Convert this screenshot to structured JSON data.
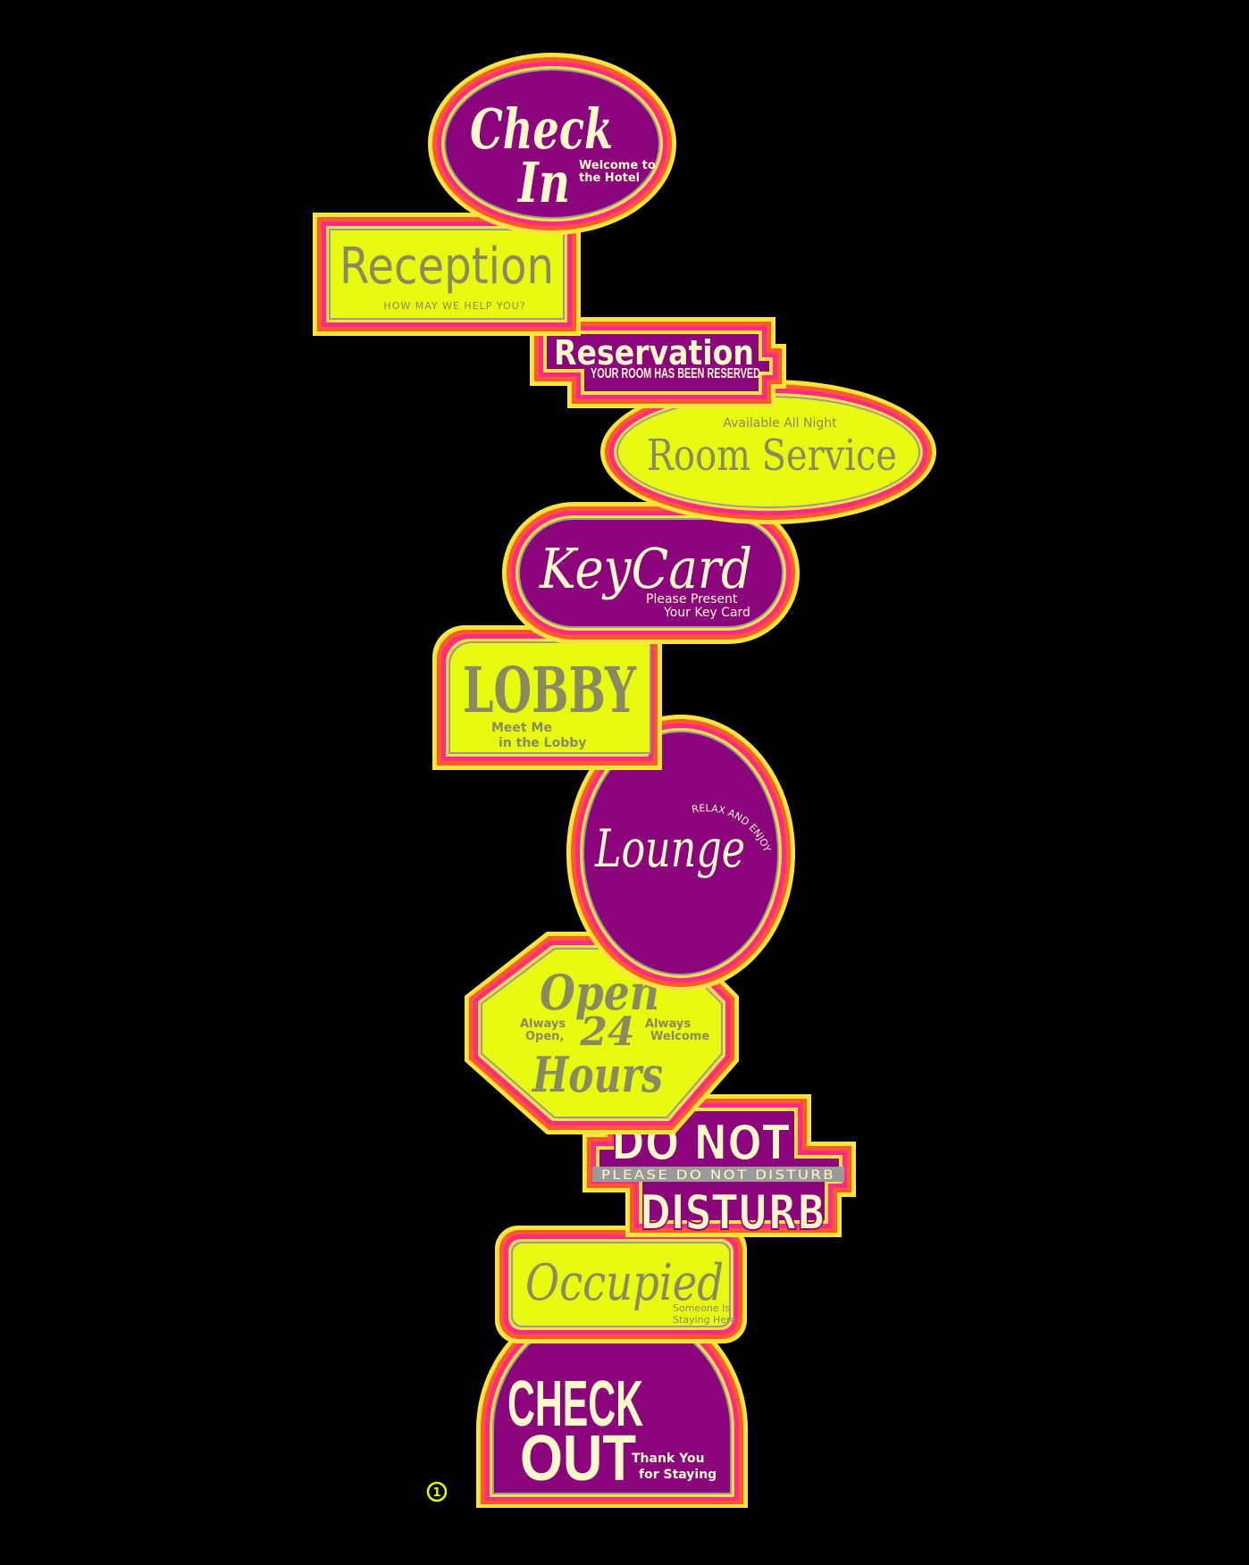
{
  "palette": {
    "background": "#000000",
    "purple": "#8c047c",
    "lime": "#e8fa0f",
    "cream": "#fffac8",
    "olive": "#8a8a62",
    "orange": "#ff5a2a",
    "pink": "#ff2a8a",
    "yellow": "#ffe53a",
    "gray": "#9a9a9a"
  },
  "signs": {
    "check_in": {
      "line1": "Check",
      "line2": "In",
      "sub1": "Welcome to",
      "sub2": "the Hotel"
    },
    "reception": {
      "title": "Reception",
      "sub": "HOW MAY WE HELP YOU?"
    },
    "reservation": {
      "title": "Reservation",
      "sub": "YOUR ROOM HAS BEEN RESERVED"
    },
    "room_service": {
      "title": "Room Service",
      "sub": "Available All Night"
    },
    "key_card": {
      "title": "KeyCard",
      "sub1": "Please Present",
      "sub2": "Your Key Card"
    },
    "lobby": {
      "title": "LOBBY",
      "sub1": "Meet Me",
      "sub2": "in the Lobby"
    },
    "lounge": {
      "title": "Lounge",
      "sub": "RELAX AND ENJOY"
    },
    "open_24": {
      "line1": "Open",
      "line2": "24",
      "line3": "Hours",
      "left1": "Always",
      "left2": "Open,",
      "right1": "Always",
      "right2": "Welcome"
    },
    "do_not_disturb": {
      "line1": "DO NOT",
      "band": "PLEASE DO NOT DISTURB",
      "line2": "DISTURB"
    },
    "occupied": {
      "title": "Occupied",
      "sub1": "Someone Is",
      "sub2": "Staying Here"
    },
    "check_out": {
      "line1": "CHECK",
      "line2": "OUT",
      "sub1": "Thank You",
      "sub2": "for Staying"
    }
  },
  "page_marker": "1"
}
